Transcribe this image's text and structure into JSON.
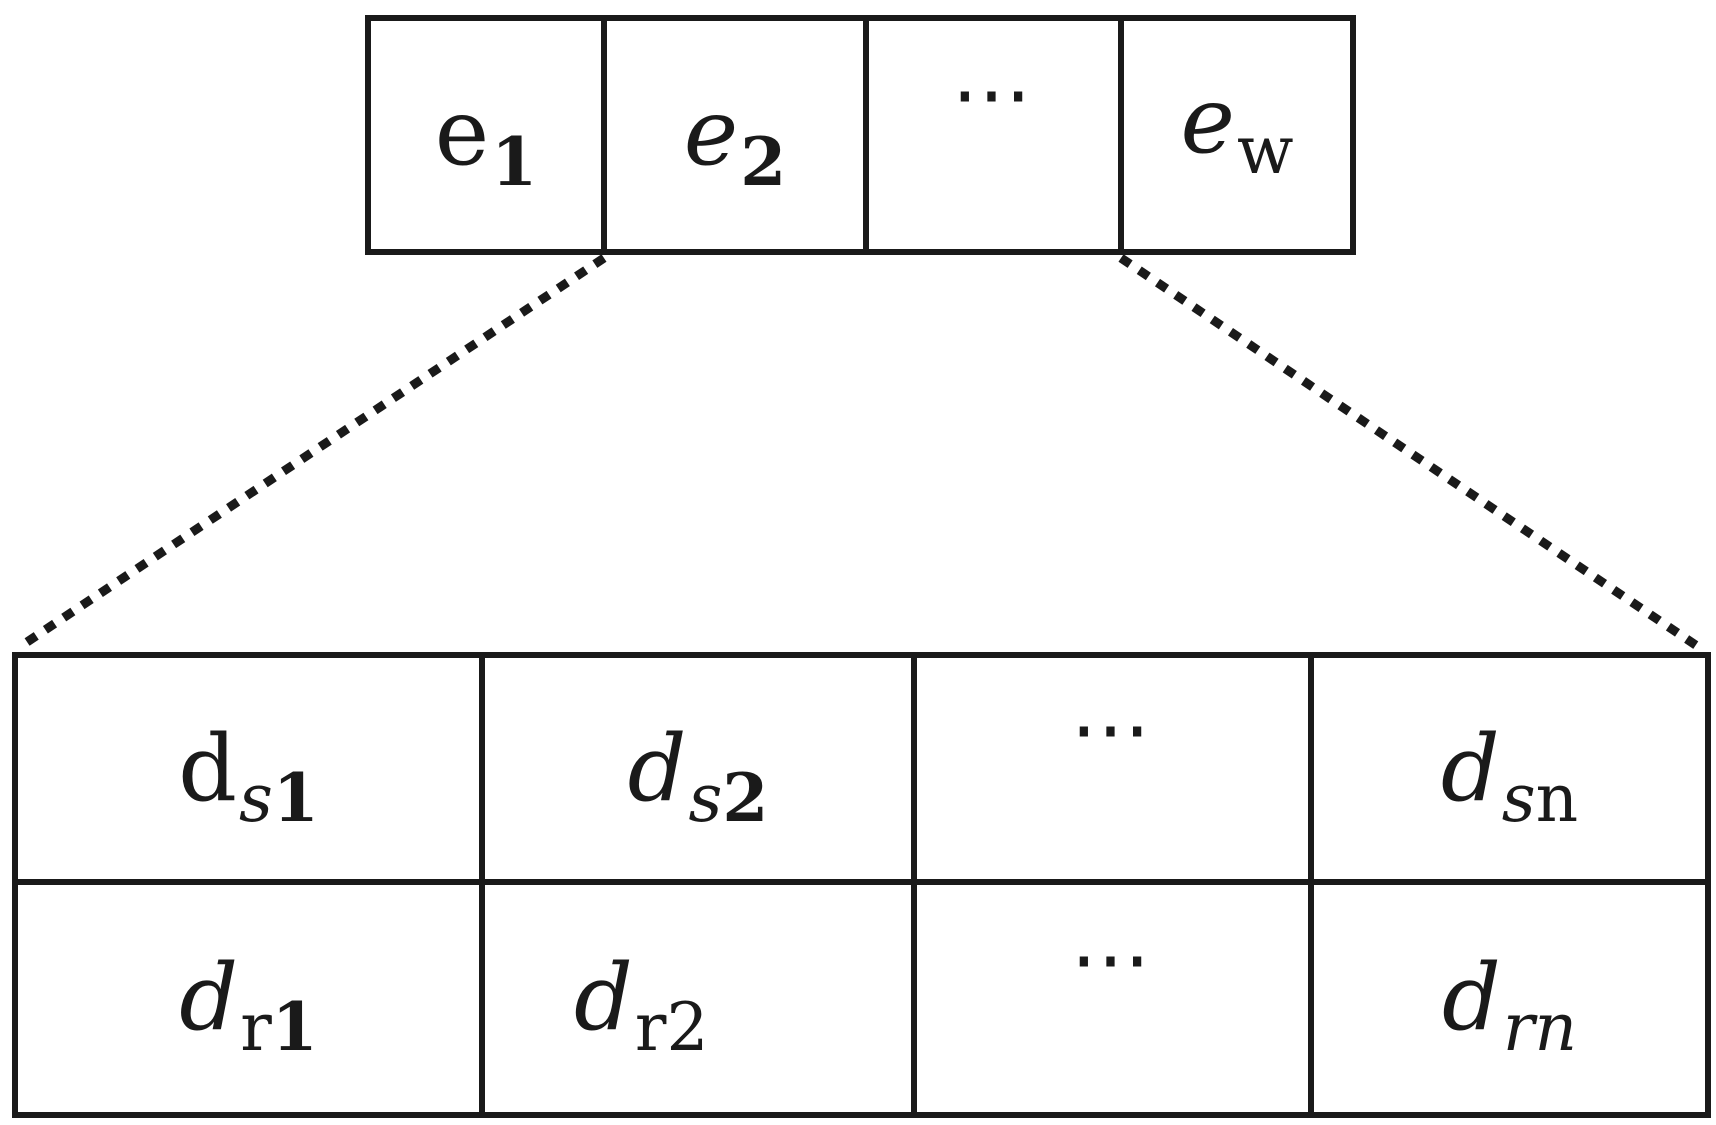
{
  "parent_array": {
    "cells": [
      {
        "base": "e",
        "base_style": "upright",
        "sub": "1",
        "sub_style": "bold"
      },
      {
        "base": "e",
        "base_style": "italic",
        "sub": "2",
        "sub_style": "bold"
      },
      {
        "ellipsis": "⋯"
      },
      {
        "base": "e",
        "base_style": "italic",
        "sub": "w",
        "sub_style": "upright"
      }
    ]
  },
  "child_table": {
    "row_1": [
      {
        "base": "d",
        "base_style": "upright",
        "sub_parts": [
          {
            "text": "s",
            "style": "italic"
          },
          {
            "text": "1",
            "style": "bold"
          }
        ]
      },
      {
        "base": "d",
        "base_style": "italic",
        "sub_parts": [
          {
            "text": "s",
            "style": "italic"
          },
          {
            "text": "2",
            "style": "bold"
          }
        ]
      },
      {
        "ellipsis": "⋯"
      },
      {
        "base": "d",
        "base_style": "italic",
        "sub_parts": [
          {
            "text": "s",
            "style": "italic"
          },
          {
            "text": "n",
            "style": "upright"
          }
        ]
      }
    ],
    "row_2": [
      {
        "base": "d",
        "base_style": "italic",
        "sub_parts": [
          {
            "text": "r",
            "style": "upright"
          },
          {
            "text": "1",
            "style": "bold"
          }
        ]
      },
      {
        "base": "d",
        "base_style": "italic",
        "sub_parts": [
          {
            "text": "r2",
            "style": "upright"
          }
        ]
      },
      {
        "ellipsis": "⋯"
      },
      {
        "base": "d",
        "base_style": "italic",
        "sub_parts": [
          {
            "text": "rn",
            "style": "italic"
          }
        ]
      }
    ]
  },
  "colors": {
    "stroke": "#1a1a1a",
    "background": "#ffffff"
  }
}
